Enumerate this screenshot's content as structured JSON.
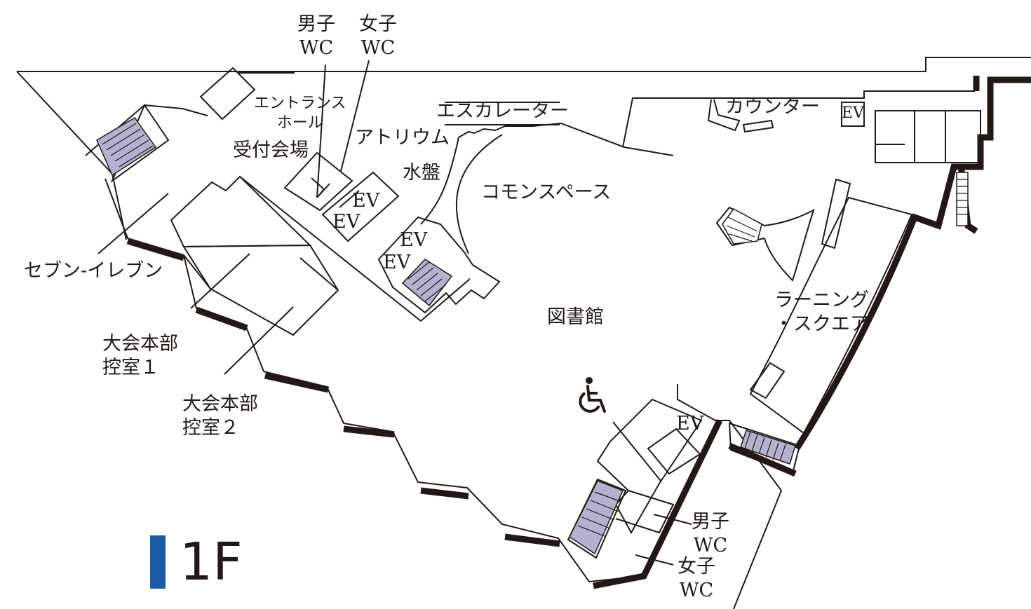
{
  "floor": {
    "label": "1F",
    "accent_color": "#1b5aa6"
  },
  "stair_color": "#b4b0cf",
  "labels": {
    "wc_men_top": [
      "男子",
      "WC"
    ],
    "wc_women_top": [
      "女子",
      "WC"
    ],
    "entrance_hall": [
      "エントランス",
      "ホール"
    ],
    "escalator": "エスカレーター",
    "counter": "カウンター",
    "ev_counter": "EV",
    "atrium": "アトリウム",
    "reception": "受付会場",
    "water_basin": "水盤",
    "common_space": "コモンスペース",
    "ev_1": "EV",
    "ev_2": "EV",
    "ev_3": "EV",
    "ev_4": "EV",
    "seven_eleven": "セブン-イレブン",
    "library": "図書館",
    "learning_square": [
      "ラーニング",
      "・スクエア"
    ],
    "hq_room_1": [
      "大会本部",
      "控室１"
    ],
    "hq_room_2": [
      "大会本部",
      "控室２"
    ],
    "ev_south": "EV",
    "wc_men_bottom": [
      "男子",
      "WC"
    ],
    "wc_women_bottom": [
      "女子",
      "WC"
    ]
  },
  "icons": {
    "accessible": "wheelchair-icon"
  }
}
